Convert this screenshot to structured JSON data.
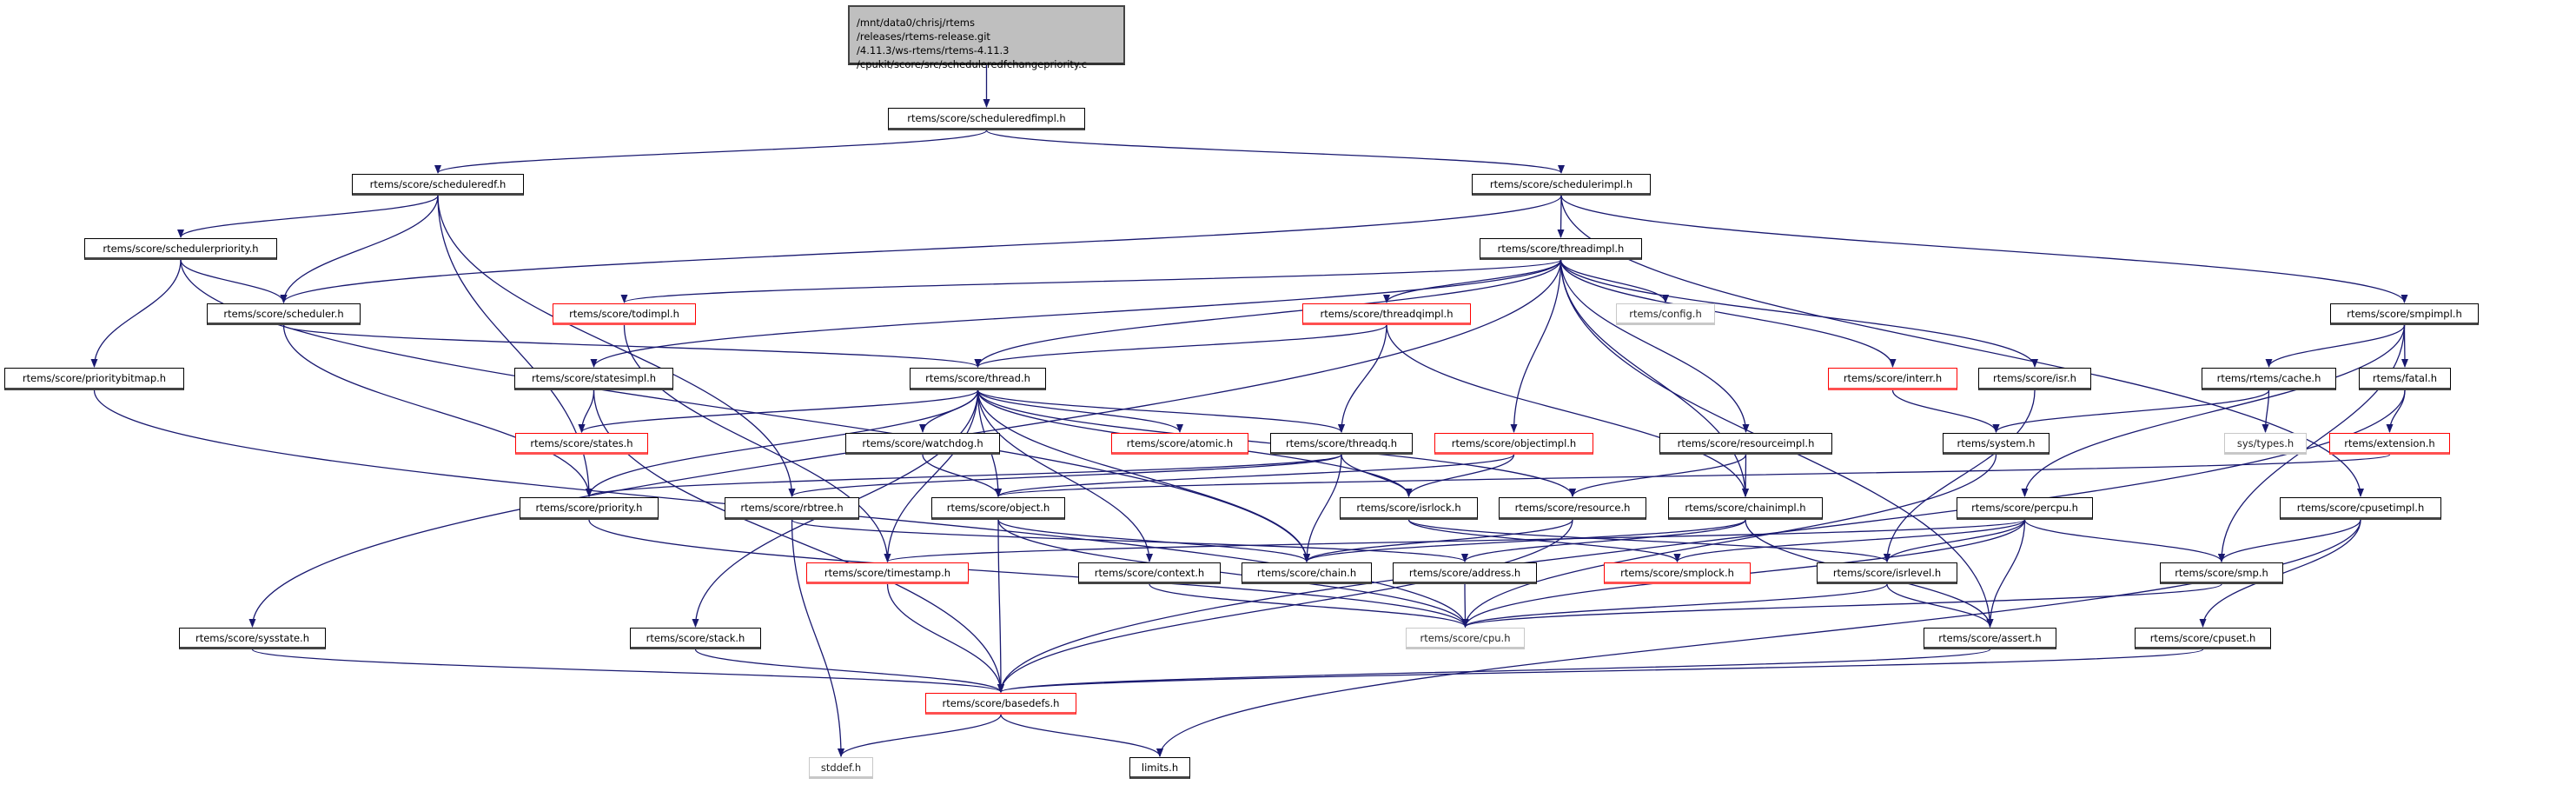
{
  "colors": {
    "edge": "#191970",
    "missing_node_border": "#ff0000",
    "external_node_border": "#bfbfbf",
    "root_fill": "#bfbfbf"
  },
  "root": {
    "lines": [
      "/mnt/data0/chrisj/rtems",
      "/releases/rtems-release.git",
      "/4.11.3/ws-rtems/rtems-4.11.3",
      "/cpukit/score/src/scheduleredfchangepriority.c"
    ]
  },
  "nodes": [
    {
      "id": "sedfimpl",
      "label": "rtems/score/scheduleredfimpl.h",
      "style": "normal"
    },
    {
      "id": "sedf",
      "label": "rtems/score/scheduleredf.h",
      "style": "normal"
    },
    {
      "id": "simpl",
      "label": "rtems/score/schedulerimpl.h",
      "style": "normal"
    },
    {
      "id": "sprio",
      "label": "rtems/score/schedulerpriority.h",
      "style": "normal"
    },
    {
      "id": "timpl",
      "label": "rtems/score/threadimpl.h",
      "style": "normal"
    },
    {
      "id": "sched",
      "label": "rtems/score/scheduler.h",
      "style": "normal"
    },
    {
      "id": "todimpl",
      "label": "rtems/score/todimpl.h",
      "style": "red"
    },
    {
      "id": "tqimpl",
      "label": "rtems/score/threadqimpl.h",
      "style": "red"
    },
    {
      "id": "config",
      "label": "rtems/config.h",
      "style": "gray"
    },
    {
      "id": "smpimpl",
      "label": "rtems/score/smpimpl.h",
      "style": "normal"
    },
    {
      "id": "pbitmap",
      "label": "rtems/score/prioritybitmap.h",
      "style": "normal"
    },
    {
      "id": "statesimpl",
      "label": "rtems/score/statesimpl.h",
      "style": "normal"
    },
    {
      "id": "thread",
      "label": "rtems/score/thread.h",
      "style": "normal"
    },
    {
      "id": "interr",
      "label": "rtems/score/interr.h",
      "style": "red"
    },
    {
      "id": "isr",
      "label": "rtems/score/isr.h",
      "style": "normal"
    },
    {
      "id": "cache",
      "label": "rtems/rtems/cache.h",
      "style": "normal"
    },
    {
      "id": "fatal",
      "label": "rtems/fatal.h",
      "style": "normal"
    },
    {
      "id": "states",
      "label": "rtems/score/states.h",
      "style": "red"
    },
    {
      "id": "watchdog",
      "label": "rtems/score/watchdog.h",
      "style": "normal"
    },
    {
      "id": "atomic",
      "label": "rtems/score/atomic.h",
      "style": "red"
    },
    {
      "id": "threadq",
      "label": "rtems/score/threadq.h",
      "style": "normal"
    },
    {
      "id": "objectimpl",
      "label": "rtems/score/objectimpl.h",
      "style": "red"
    },
    {
      "id": "resourceimpl",
      "label": "rtems/score/resourceimpl.h",
      "style": "normal"
    },
    {
      "id": "system",
      "label": "rtems/system.h",
      "style": "normal"
    },
    {
      "id": "systypes",
      "label": "sys/types.h",
      "style": "gray"
    },
    {
      "id": "extension",
      "label": "rtems/extension.h",
      "style": "red"
    },
    {
      "id": "priority",
      "label": "rtems/score/priority.h",
      "style": "normal"
    },
    {
      "id": "rbtree",
      "label": "rtems/score/rbtree.h",
      "style": "normal"
    },
    {
      "id": "object",
      "label": "rtems/score/object.h",
      "style": "normal"
    },
    {
      "id": "isrlock",
      "label": "rtems/score/isrlock.h",
      "style": "normal"
    },
    {
      "id": "resource",
      "label": "rtems/score/resource.h",
      "style": "normal"
    },
    {
      "id": "chainimpl",
      "label": "rtems/score/chainimpl.h",
      "style": "normal"
    },
    {
      "id": "percpu",
      "label": "rtems/score/percpu.h",
      "style": "normal"
    },
    {
      "id": "cpusetimpl",
      "label": "rtems/score/cpusetimpl.h",
      "style": "normal"
    },
    {
      "id": "timestamp",
      "label": "rtems/score/timestamp.h",
      "style": "red"
    },
    {
      "id": "context",
      "label": "rtems/score/context.h",
      "style": "normal"
    },
    {
      "id": "chain",
      "label": "rtems/score/chain.h",
      "style": "normal"
    },
    {
      "id": "address",
      "label": "rtems/score/address.h",
      "style": "normal"
    },
    {
      "id": "smplock",
      "label": "rtems/score/smplock.h",
      "style": "red"
    },
    {
      "id": "isrlevel",
      "label": "rtems/score/isrlevel.h",
      "style": "normal"
    },
    {
      "id": "smp",
      "label": "rtems/score/smp.h",
      "style": "normal"
    },
    {
      "id": "sysstate",
      "label": "rtems/score/sysstate.h",
      "style": "normal"
    },
    {
      "id": "stack",
      "label": "rtems/score/stack.h",
      "style": "normal"
    },
    {
      "id": "cpu",
      "label": "rtems/score/cpu.h",
      "style": "gray"
    },
    {
      "id": "assert",
      "label": "rtems/score/assert.h",
      "style": "normal"
    },
    {
      "id": "cpuset",
      "label": "rtems/score/cpuset.h",
      "style": "normal"
    },
    {
      "id": "basedefs",
      "label": "rtems/score/basedefs.h",
      "style": "red"
    },
    {
      "id": "stddef",
      "label": "stddef.h",
      "style": "gray"
    },
    {
      "id": "limits",
      "label": "limits.h",
      "style": "normal"
    }
  ],
  "edges": [
    [
      "root",
      "sedfimpl"
    ],
    [
      "sedfimpl",
      "sedf"
    ],
    [
      "sedfimpl",
      "simpl"
    ],
    [
      "sedf",
      "sprio"
    ],
    [
      "sedf",
      "sched"
    ],
    [
      "sedf",
      "priority"
    ],
    [
      "sedf",
      "rbtree"
    ],
    [
      "sprio",
      "pbitmap"
    ],
    [
      "sprio",
      "sched"
    ],
    [
      "sprio",
      "chain"
    ],
    [
      "simpl",
      "sched"
    ],
    [
      "simpl",
      "timpl"
    ],
    [
      "simpl",
      "smpimpl"
    ],
    [
      "simpl",
      "cpusetimpl"
    ],
    [
      "timpl",
      "sysstate"
    ],
    [
      "timpl",
      "todimpl"
    ],
    [
      "timpl",
      "statesimpl"
    ],
    [
      "timpl",
      "thread"
    ],
    [
      "timpl",
      "tqimpl"
    ],
    [
      "timpl",
      "config"
    ],
    [
      "timpl",
      "objectimpl"
    ],
    [
      "timpl",
      "interr"
    ],
    [
      "timpl",
      "isr"
    ],
    [
      "timpl",
      "resourceimpl"
    ],
    [
      "timpl",
      "chainimpl"
    ],
    [
      "timpl",
      "assert"
    ],
    [
      "todimpl",
      "timestamp"
    ],
    [
      "sched",
      "thread"
    ],
    [
      "sched",
      "priority"
    ],
    [
      "pbitmap",
      "cpu"
    ],
    [
      "statesimpl",
      "states"
    ],
    [
      "statesimpl",
      "basedefs"
    ],
    [
      "thread",
      "states"
    ],
    [
      "thread",
      "priority"
    ],
    [
      "thread",
      "stack"
    ],
    [
      "thread",
      "watchdog"
    ],
    [
      "thread",
      "object"
    ],
    [
      "thread",
      "timestamp"
    ],
    [
      "thread",
      "context"
    ],
    [
      "thread",
      "atomic"
    ],
    [
      "thread",
      "threadq"
    ],
    [
      "thread",
      "isrlock"
    ],
    [
      "thread",
      "resource"
    ],
    [
      "thread",
      "chain"
    ],
    [
      "tqimpl",
      "thread"
    ],
    [
      "tqimpl",
      "threadq"
    ],
    [
      "tqimpl",
      "chainimpl"
    ],
    [
      "threadq",
      "priority"
    ],
    [
      "threadq",
      "rbtree"
    ],
    [
      "threadq",
      "chain"
    ],
    [
      "threadq",
      "isrlock"
    ],
    [
      "objectimpl",
      "object"
    ],
    [
      "objectimpl",
      "isrlock"
    ],
    [
      "resourceimpl",
      "resource"
    ],
    [
      "resourceimpl",
      "chainimpl"
    ],
    [
      "interr",
      "system"
    ],
    [
      "isr",
      "isrlevel"
    ],
    [
      "smpimpl",
      "cache"
    ],
    [
      "smpimpl",
      "fatal"
    ],
    [
      "smpimpl",
      "percpu"
    ],
    [
      "smpimpl",
      "smp"
    ],
    [
      "cache",
      "system"
    ],
    [
      "cache",
      "systypes"
    ],
    [
      "fatal",
      "extension"
    ],
    [
      "fatal",
      "basedefs"
    ],
    [
      "extension",
      "object"
    ],
    [
      "system",
      "cpu"
    ],
    [
      "watchdog",
      "object"
    ],
    [
      "priority",
      "cpu"
    ],
    [
      "rbtree",
      "address"
    ],
    [
      "rbtree",
      "stddef"
    ],
    [
      "object",
      "chain"
    ],
    [
      "object",
      "basedefs"
    ],
    [
      "object",
      "cpu"
    ],
    [
      "isrlock",
      "smplock"
    ],
    [
      "isrlock",
      "isrlevel"
    ],
    [
      "resource",
      "chain"
    ],
    [
      "resource",
      "basedefs"
    ],
    [
      "chainimpl",
      "chain"
    ],
    [
      "chainimpl",
      "address"
    ],
    [
      "chainimpl",
      "assert"
    ],
    [
      "percpu",
      "timestamp"
    ],
    [
      "percpu",
      "smplock"
    ],
    [
      "percpu",
      "isrlevel"
    ],
    [
      "percpu",
      "cpu"
    ],
    [
      "percpu",
      "assert"
    ],
    [
      "percpu",
      "smp"
    ],
    [
      "cpusetimpl",
      "smp"
    ],
    [
      "cpusetimpl",
      "cpuset"
    ],
    [
      "cpusetimpl",
      "limits"
    ],
    [
      "timestamp",
      "basedefs"
    ],
    [
      "context",
      "cpu"
    ],
    [
      "address",
      "cpu"
    ],
    [
      "isrlevel",
      "cpu"
    ],
    [
      "isrlevel",
      "assert"
    ],
    [
      "smp",
      "cpu"
    ],
    [
      "stack",
      "basedefs"
    ],
    [
      "sysstate",
      "basedefs"
    ],
    [
      "assert",
      "basedefs"
    ],
    [
      "cpuset",
      "basedefs"
    ],
    [
      "basedefs",
      "stddef"
    ],
    [
      "basedefs",
      "limits"
    ]
  ]
}
